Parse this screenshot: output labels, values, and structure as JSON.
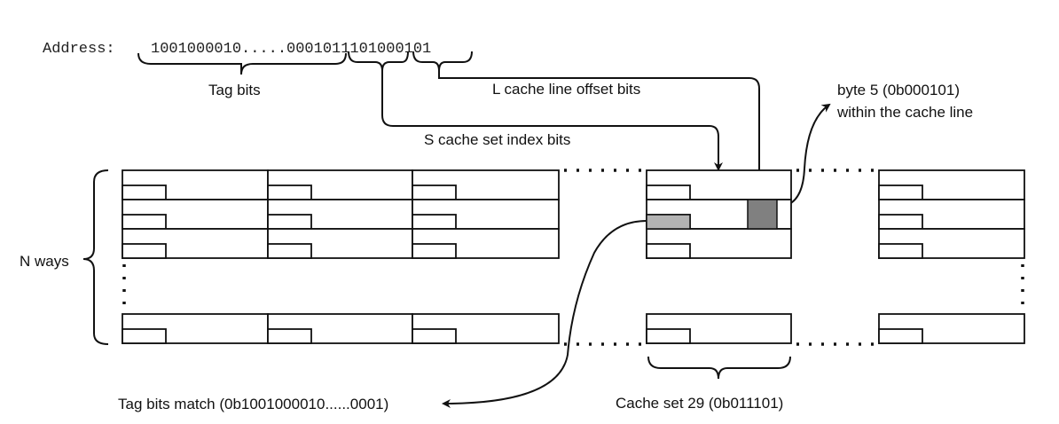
{
  "address": {
    "label": "Address:",
    "bits": "1001000010.....0001011101000101"
  },
  "labels": {
    "tag_bits": "Tag bits",
    "offset_bits": "L cache line offset bits",
    "index_bits": "S cache set index bits",
    "byte_line1": "byte 5 (0b000101)",
    "byte_line2": "within the cache line",
    "n_ways": "N ways",
    "tag_match": "Tag bits match (0b1001000010......0001)",
    "cache_set": "Cache set 29 (0b011101)"
  },
  "colors": {
    "tag_match_fill": "#b3b3b3",
    "byte_fill": "#808080"
  }
}
